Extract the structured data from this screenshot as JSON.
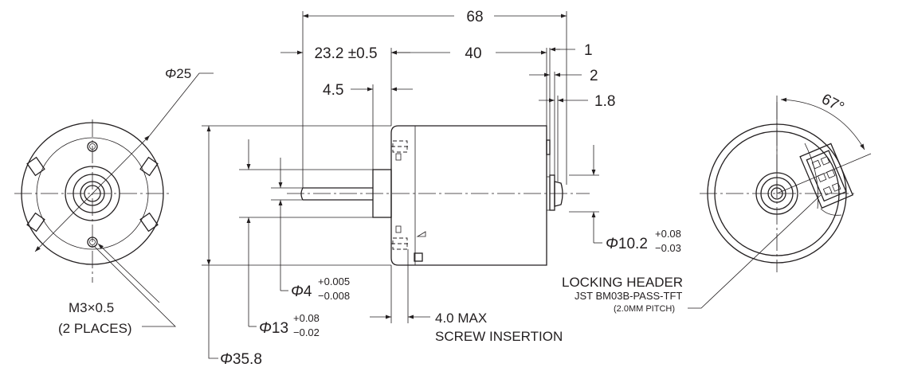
{
  "dims": {
    "overall_length": "68",
    "shaft_length": "23.2 ±0.5",
    "body_length": "40",
    "rear_1": "1",
    "rear_2": "2",
    "rear_1_8": "1.8",
    "flange_4_5": "4.5",
    "phi_prefix": "Φ",
    "phi_25": "25",
    "phi_4": "4",
    "phi_4_plus": "+0.005",
    "phi_4_minus": "−0.008",
    "phi_13": "13",
    "phi_13_plus": "+0.08",
    "phi_13_minus": "−0.02",
    "phi_10_2": "10.2",
    "phi_10_2_plus": "+0.08",
    "phi_10_2_minus": "−0.03",
    "phi_35_8": "35.8",
    "angle": "67°"
  },
  "notes": {
    "thread_line1": "M3×0.5",
    "thread_line2": "(2 PLACES)",
    "screw_line1": "4.0 MAX",
    "screw_line2": "SCREW INSERTION",
    "header_line1": "LOCKING HEADER",
    "header_line2": "JST BM03B-PASS-TFT",
    "header_line3": "(2.0MM PITCH)"
  }
}
